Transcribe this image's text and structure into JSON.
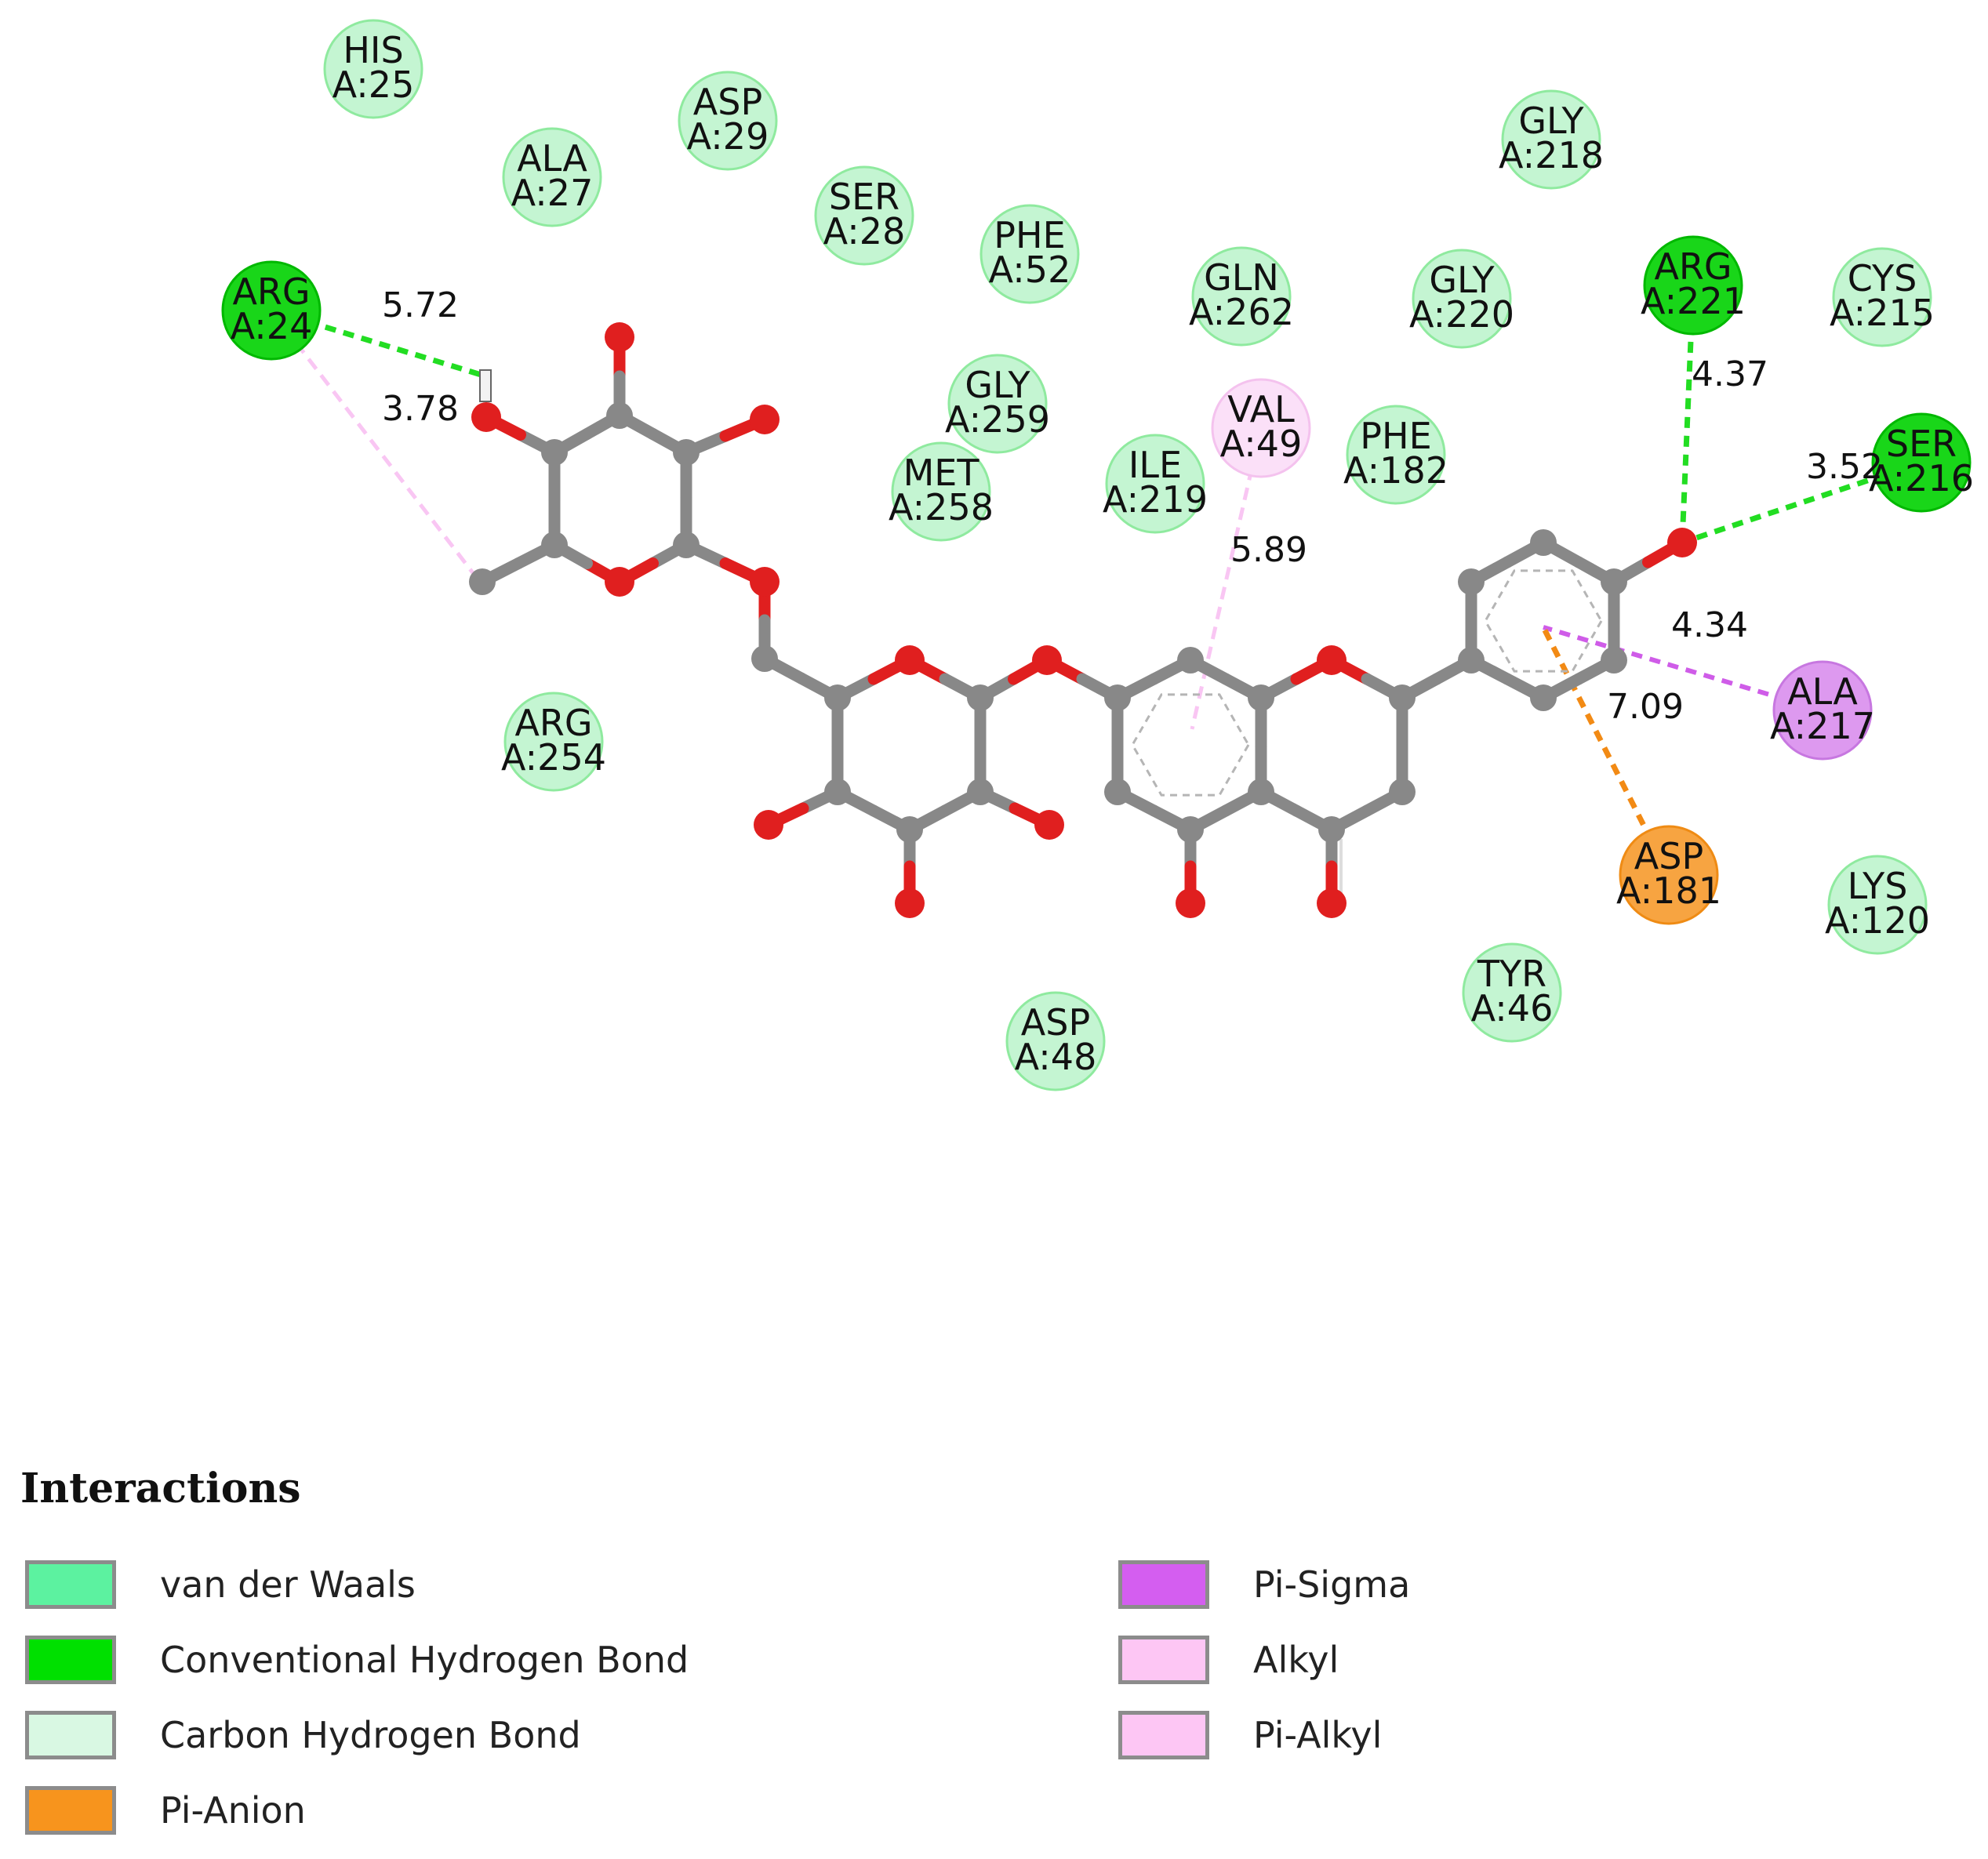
{
  "residues": [
    {
      "id": "his25",
      "name": "HIS",
      "chain": "A:25",
      "type": "vdw"
    },
    {
      "id": "asp29",
      "name": "ASP",
      "chain": "A:29",
      "type": "vdw"
    },
    {
      "id": "ala27",
      "name": "ALA",
      "chain": "A:27",
      "type": "vdw"
    },
    {
      "id": "ser28",
      "name": "SER",
      "chain": "A:28",
      "type": "vdw"
    },
    {
      "id": "phe52",
      "name": "PHE",
      "chain": "A:52",
      "type": "vdw"
    },
    {
      "id": "gly218",
      "name": "GLY",
      "chain": "A:218",
      "type": "vdw"
    },
    {
      "id": "arg24",
      "name": "ARG",
      "chain": "A:24",
      "type": "hbond"
    },
    {
      "id": "gln262",
      "name": "GLN",
      "chain": "A:262",
      "type": "vdw"
    },
    {
      "id": "gly220",
      "name": "GLY",
      "chain": "A:220",
      "type": "vdw"
    },
    {
      "id": "arg221",
      "name": "ARG",
      "chain": "A:221",
      "type": "hbond"
    },
    {
      "id": "cys215",
      "name": "CYS",
      "chain": "A:215",
      "type": "vdw"
    },
    {
      "id": "gly259",
      "name": "GLY",
      "chain": "A:259",
      "type": "vdw"
    },
    {
      "id": "val49",
      "name": "VAL",
      "chain": "A:49",
      "type": "alkyl"
    },
    {
      "id": "phe182",
      "name": "PHE",
      "chain": "A:182",
      "type": "vdw"
    },
    {
      "id": "ser216",
      "name": "SER",
      "chain": "A:216",
      "type": "hbond"
    },
    {
      "id": "met258",
      "name": "MET",
      "chain": "A:258",
      "type": "vdw"
    },
    {
      "id": "ile219",
      "name": "ILE",
      "chain": "A:219",
      "type": "vdw"
    },
    {
      "id": "arg254",
      "name": "ARG",
      "chain": "A:254",
      "type": "vdw"
    },
    {
      "id": "ala217",
      "name": "ALA",
      "chain": "A:217",
      "type": "pisigma"
    },
    {
      "id": "asp181",
      "name": "ASP",
      "chain": "A:181",
      "type": "pianion"
    },
    {
      "id": "lys120",
      "name": "LYS",
      "chain": "A:120",
      "type": "vdw"
    },
    {
      "id": "tyr46",
      "name": "TYR",
      "chain": "A:46",
      "type": "vdw"
    },
    {
      "id": "asp48",
      "name": "ASP",
      "chain": "A:48",
      "type": "vdw"
    }
  ],
  "interactions": [
    {
      "id": "arg24-hbond",
      "residue": "arg24",
      "type": "hbond",
      "distance": "5.72"
    },
    {
      "id": "arg24-alkyl",
      "residue": "arg24",
      "type": "alkyl",
      "distance": "3.78"
    },
    {
      "id": "val49-pialkyl",
      "residue": "val49",
      "type": "pialkyl",
      "distance": "5.89"
    },
    {
      "id": "arg221-hbond",
      "residue": "arg221",
      "type": "hbond",
      "distance": "4.37"
    },
    {
      "id": "ser216-hbond",
      "residue": "ser216",
      "type": "hbond",
      "distance": "3.52"
    },
    {
      "id": "ala217-pisigma",
      "residue": "ala217",
      "type": "pisigma",
      "distance": "4.34"
    },
    {
      "id": "asp181-pianion",
      "residue": "asp181",
      "type": "pianion",
      "distance": "7.09"
    }
  ],
  "legend": {
    "title": "Interactions",
    "items": [
      {
        "label": "van der Waals",
        "color": "#5cf2a0"
      },
      {
        "label": "Conventional Hydrogen Bond",
        "color": "#00e000"
      },
      {
        "label": "Carbon Hydrogen Bond",
        "color": "#d9f8e3"
      },
      {
        "label": "Pi-Anion",
        "color": "#f7941d"
      },
      {
        "label": "Pi-Sigma",
        "color": "#d45ef0"
      },
      {
        "label": "Alkyl",
        "color": "#fdc6f4"
      },
      {
        "label": "Pi-Alkyl",
        "color": "#fdc6f4"
      }
    ]
  },
  "colors": {
    "vdw_fill": "#c4f5d2",
    "vdw_edge": "#8fea9f",
    "hbond_fill": "#19d619",
    "hbond_edge": "#00b800",
    "alkyl_fill": "#fbe0f8",
    "alkyl_edge": "#f4c2ee",
    "pisigma_fill": "#dd99ef",
    "pisigma_edge": "#c777e0",
    "pianion_fill": "#f7a441",
    "pianion_edge": "#ef8b14",
    "line_hbond": "#22dd22",
    "line_alkyl": "#f9c6f3",
    "line_pisigma": "#cf5ce8",
    "line_pianion": "#f28a14",
    "carbon": "#888888",
    "oxygen": "#e01f1f"
  }
}
